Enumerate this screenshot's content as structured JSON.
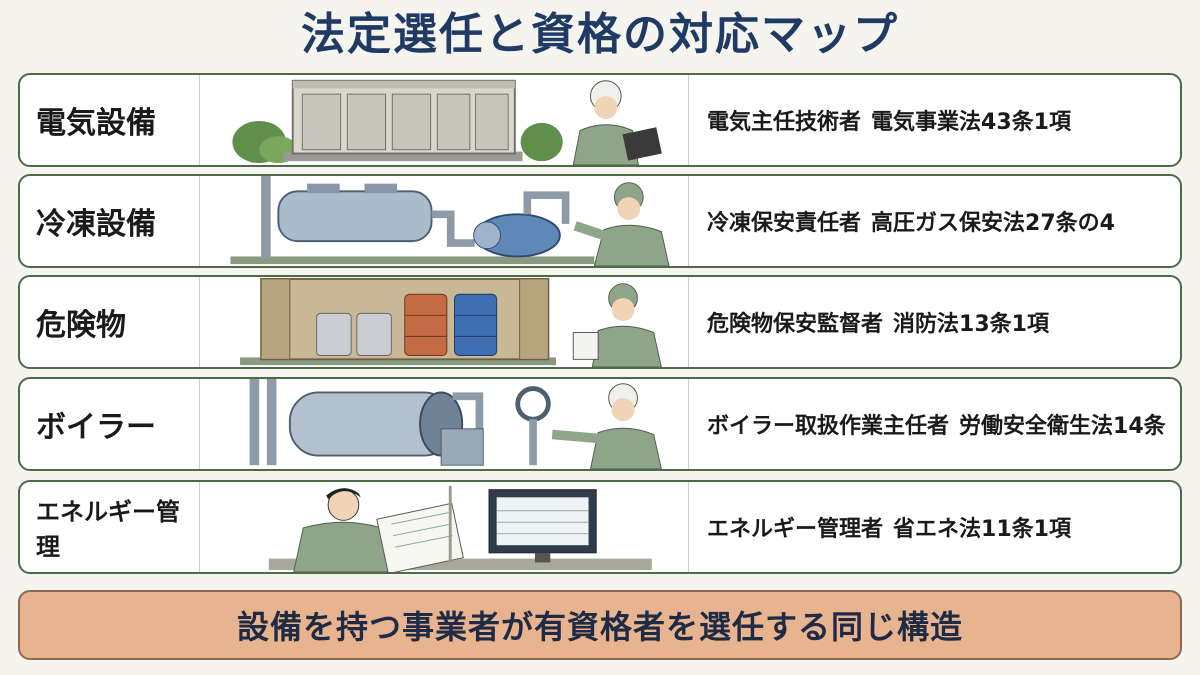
{
  "title": "法定選任と資格の対応マップ",
  "rows": [
    {
      "category": "電気設備",
      "qualification": "電気主任技術者",
      "law": "電気事業法43条1項",
      "icon": "substation-illustration"
    },
    {
      "category": "冷凍設備",
      "qualification": "冷凍保安責任者",
      "law": "高圧ガス保安法27条の4",
      "icon": "refrigeration-illustration"
    },
    {
      "category": "危険物",
      "qualification": "危険物保安監督者",
      "law": "消防法13条1項",
      "icon": "hazmat-storage-illustration"
    },
    {
      "category": "ボイラー",
      "qualification": "ボイラー取扱作業主任者",
      "law": "労働安全衛生法14条",
      "icon": "boiler-illustration"
    },
    {
      "category": "エネルギー管理",
      "qualification": "エネルギー管理者",
      "law": "省エネ法11条1項",
      "icon": "energy-office-illustration"
    }
  ],
  "footer": "設備を持つ事業者が有資格者を選任する同じ構造",
  "colors": {
    "title": "#1f3b63",
    "border": "#4d6b46",
    "footer_bg": "#e8b48f"
  }
}
